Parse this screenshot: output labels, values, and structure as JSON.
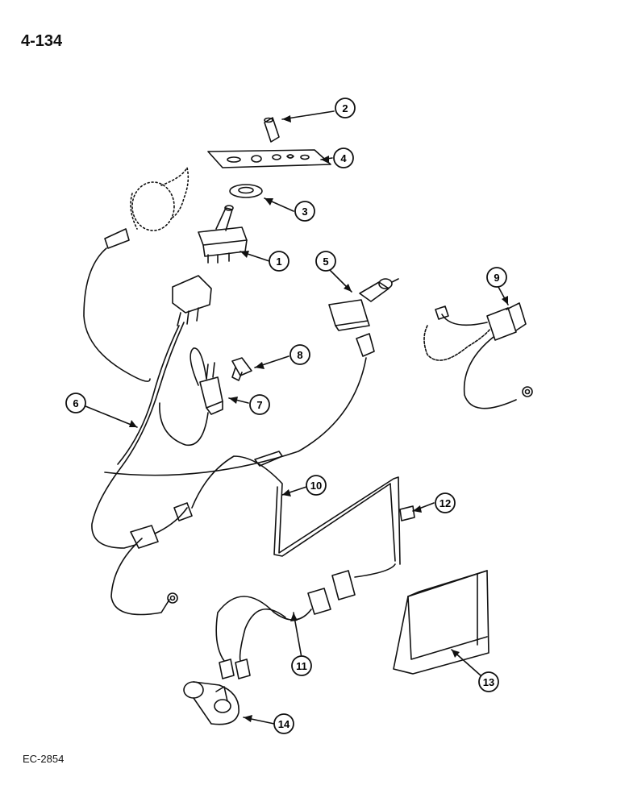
{
  "page_number": "4-134",
  "figure_code": "EC-2854",
  "callouts": [
    "1",
    "2",
    "3",
    "4",
    "5",
    "6",
    "7",
    "8",
    "9",
    "10",
    "11",
    "12",
    "13",
    "14"
  ]
}
